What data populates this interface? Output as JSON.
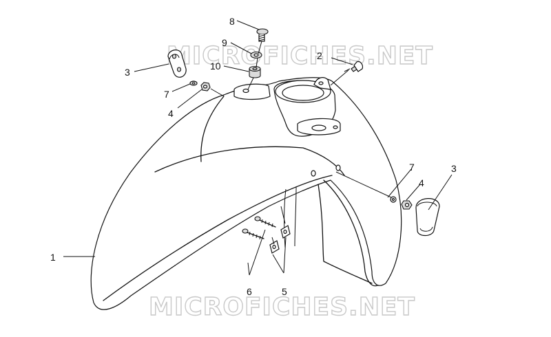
{
  "watermark": "MICROFICHES.NET",
  "callouts": {
    "c1": "1",
    "c2": "2",
    "c3a": "3",
    "c3b": "3",
    "c4a": "4",
    "c4b": "4",
    "c5": "5",
    "c6": "6",
    "c7a": "7",
    "c7b": "7",
    "c8": "8",
    "c9": "9",
    "c10": "10"
  }
}
